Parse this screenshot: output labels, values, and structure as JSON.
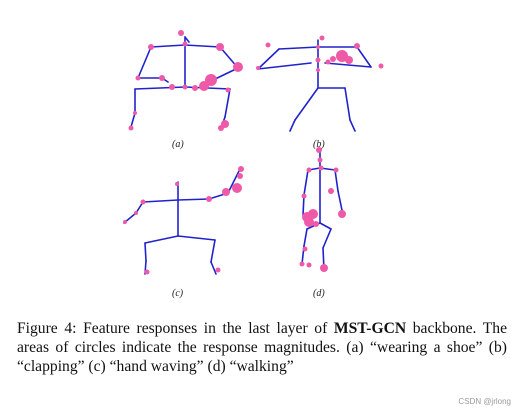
{
  "panels": [
    {
      "label": "(a)",
      "description_key": "a"
    },
    {
      "label": "(b)",
      "description_key": "b"
    },
    {
      "label": "(c)",
      "description_key": "c"
    },
    {
      "label": "(d)",
      "description_key": "d"
    }
  ],
  "caption": {
    "figure_label": "Figure 4:",
    "text_before_bold": " Feature responses in the last layer of ",
    "bold_model": "MST-GCN",
    "text_after_bold": " backbone. The areas of circles indicate the response magnitudes. (a) “wearing a shoe” (b) “clapping” (c) “hand waving” (d) “walking”"
  },
  "watermark": "CSDN @jrlong",
  "colors": {
    "bone": "#2222cc",
    "joint": "#ee5aa8"
  }
}
